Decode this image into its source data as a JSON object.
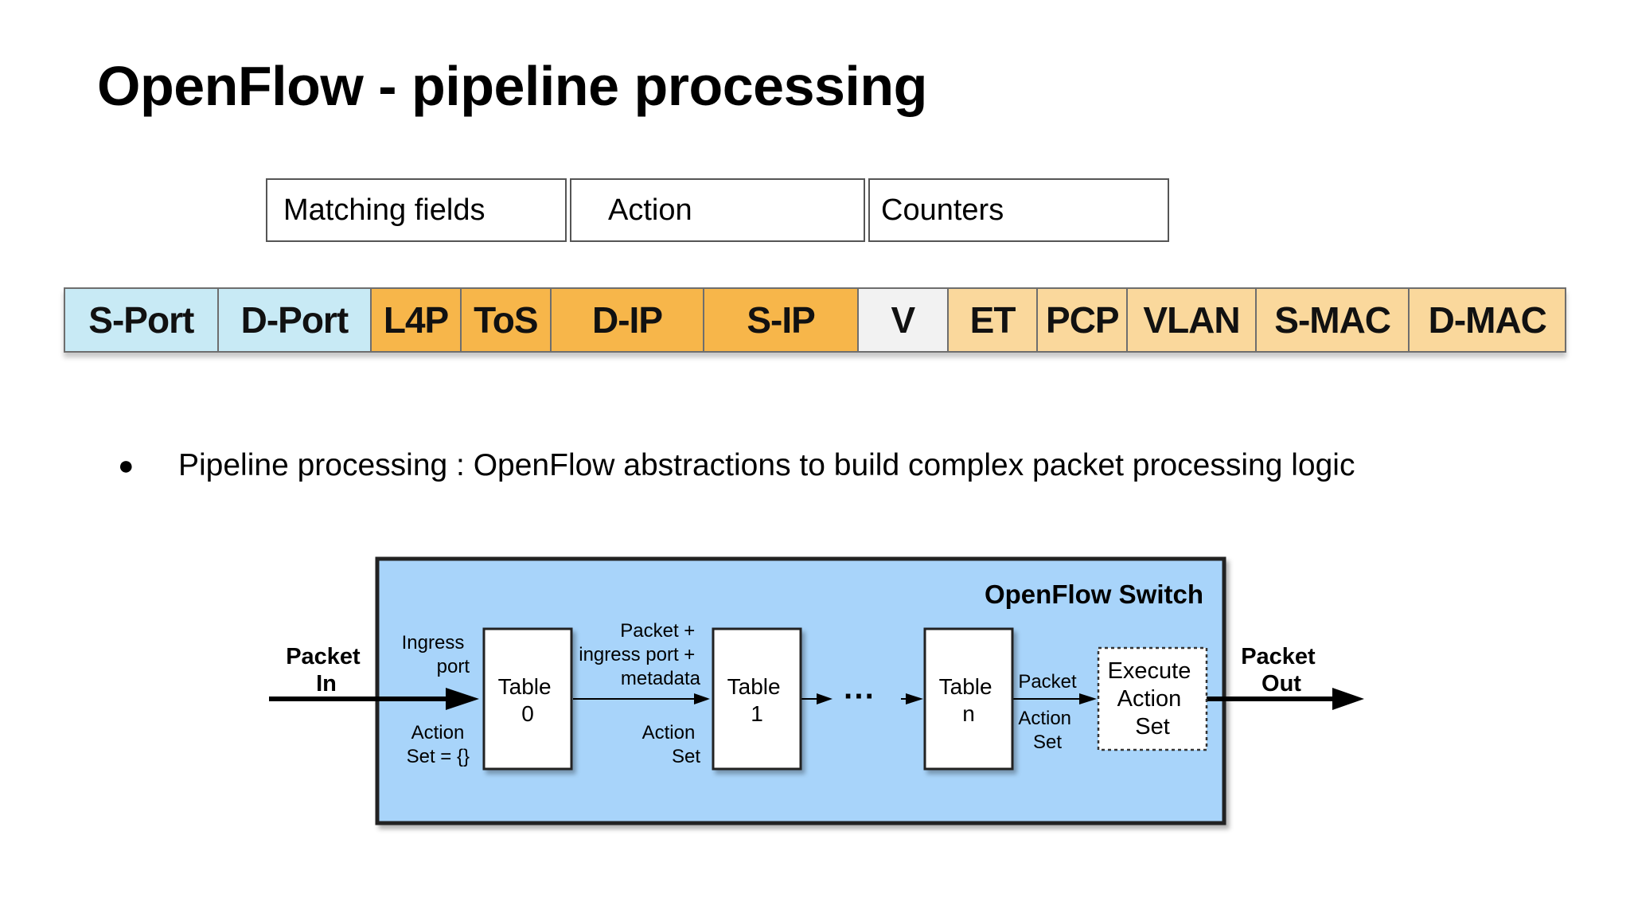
{
  "title": "OpenFlow - pipeline processing",
  "flow_entry": {
    "matching_fields": "Matching fields",
    "action": "Action",
    "counters": "Counters"
  },
  "fields": [
    "S-Port",
    "D-Port",
    "L4P",
    "ToS",
    "D-IP",
    "S-IP",
    "V",
    "ET",
    "PCP",
    "VLAN",
    "S-MAC",
    "D-MAC"
  ],
  "colors": {
    "blue_field": "#c8eaf5",
    "orange_field": "#f7b64a",
    "white_field": "#f2f2f2",
    "tan_field": "#fad89c",
    "switch_background": "#a8d4fa"
  },
  "bullet": {
    "text": "Pipeline processing : OpenFlow abstractions to build complex packet processing logic"
  },
  "pipeline": {
    "switch_label": "OpenFlow Switch",
    "packet_in": [
      "Packet",
      "In"
    ],
    "packet_out": [
      "Packet",
      "Out"
    ],
    "ingress": [
      "Ingress",
      "port"
    ],
    "action_set_empty": [
      "Action",
      "Set = {}"
    ],
    "table0": [
      "Table",
      "0"
    ],
    "table1": [
      "Table",
      "1"
    ],
    "tablen": [
      "Table",
      "n"
    ],
    "packet_plus": [
      "Packet +",
      "ingress port +",
      "metadata"
    ],
    "action_set": [
      "Action",
      "Set"
    ],
    "packet": "Packet",
    "ellipsis": "···",
    "execute": [
      "Execute",
      "Action",
      "Set"
    ]
  }
}
